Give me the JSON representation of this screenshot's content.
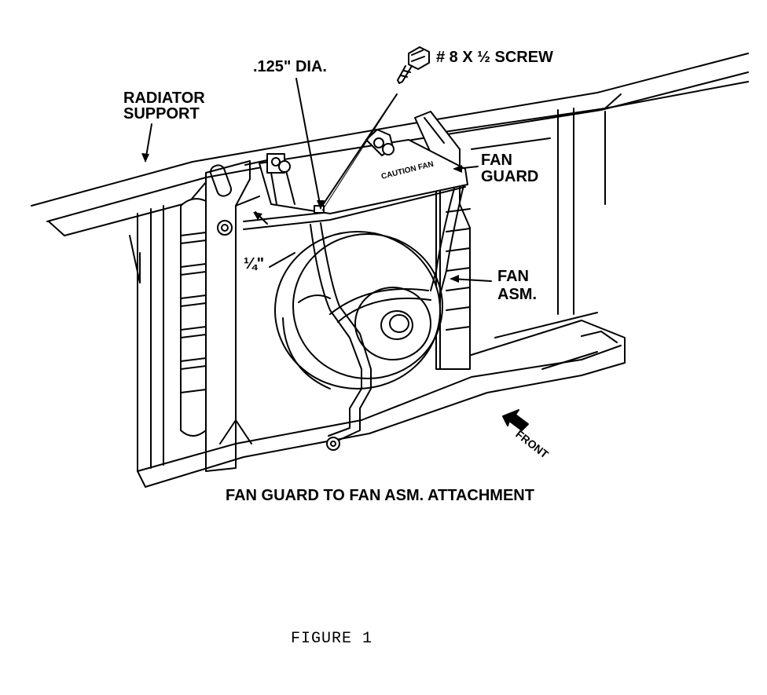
{
  "labels": {
    "hole_dia": ".125\" DIA.",
    "screw": "# 8 X ½ SCREW",
    "radiator_line1": "RADIATOR",
    "radiator_line2": "SUPPORT",
    "fan_guard_line1": "FAN",
    "fan_guard_line2": "GUARD",
    "fan_asm_line1": "FAN",
    "fan_asm_line2": "ASM.",
    "gap": "¼\"",
    "front": "FRONT",
    "guard_stamp": "CAUTION FAN"
  },
  "caption": "FAN GUARD TO FAN ASM. ATTACHMENT",
  "figure": "FIGURE 1"
}
